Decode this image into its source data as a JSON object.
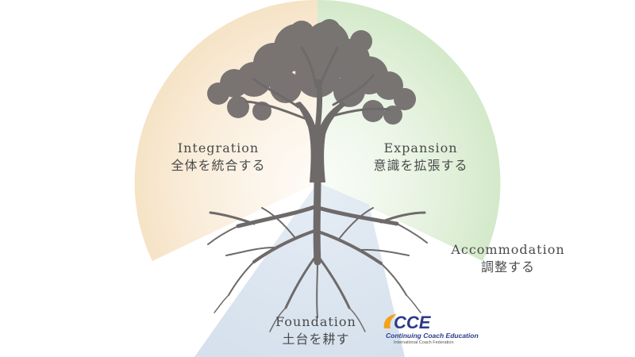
{
  "diagram": {
    "segments": [
      {
        "id": "integration",
        "title_en": "Integration",
        "title_ja": "全体を統合する",
        "color": "#f6e3c6"
      },
      {
        "id": "expansion",
        "title_en": "Expansion",
        "title_ja": "意識を拡張する",
        "color": "#d3e9c9"
      },
      {
        "id": "accommodation",
        "title_en": "Accommodation",
        "title_ja": "調整する",
        "color": "#ffffff"
      },
      {
        "id": "foundation",
        "title_en": "Foundation",
        "title_ja": "土台を耕す",
        "color": "#cfdcea"
      }
    ]
  },
  "logo": {
    "mark": "CCE",
    "subtitle": "Continuing Coach Education",
    "organization": "International Coach Federation",
    "accent_color": "#f3a21b",
    "brand_color": "#2a3a8a"
  },
  "colors": {
    "tree": "#6f6a6a",
    "text": "#4a4a4a"
  }
}
